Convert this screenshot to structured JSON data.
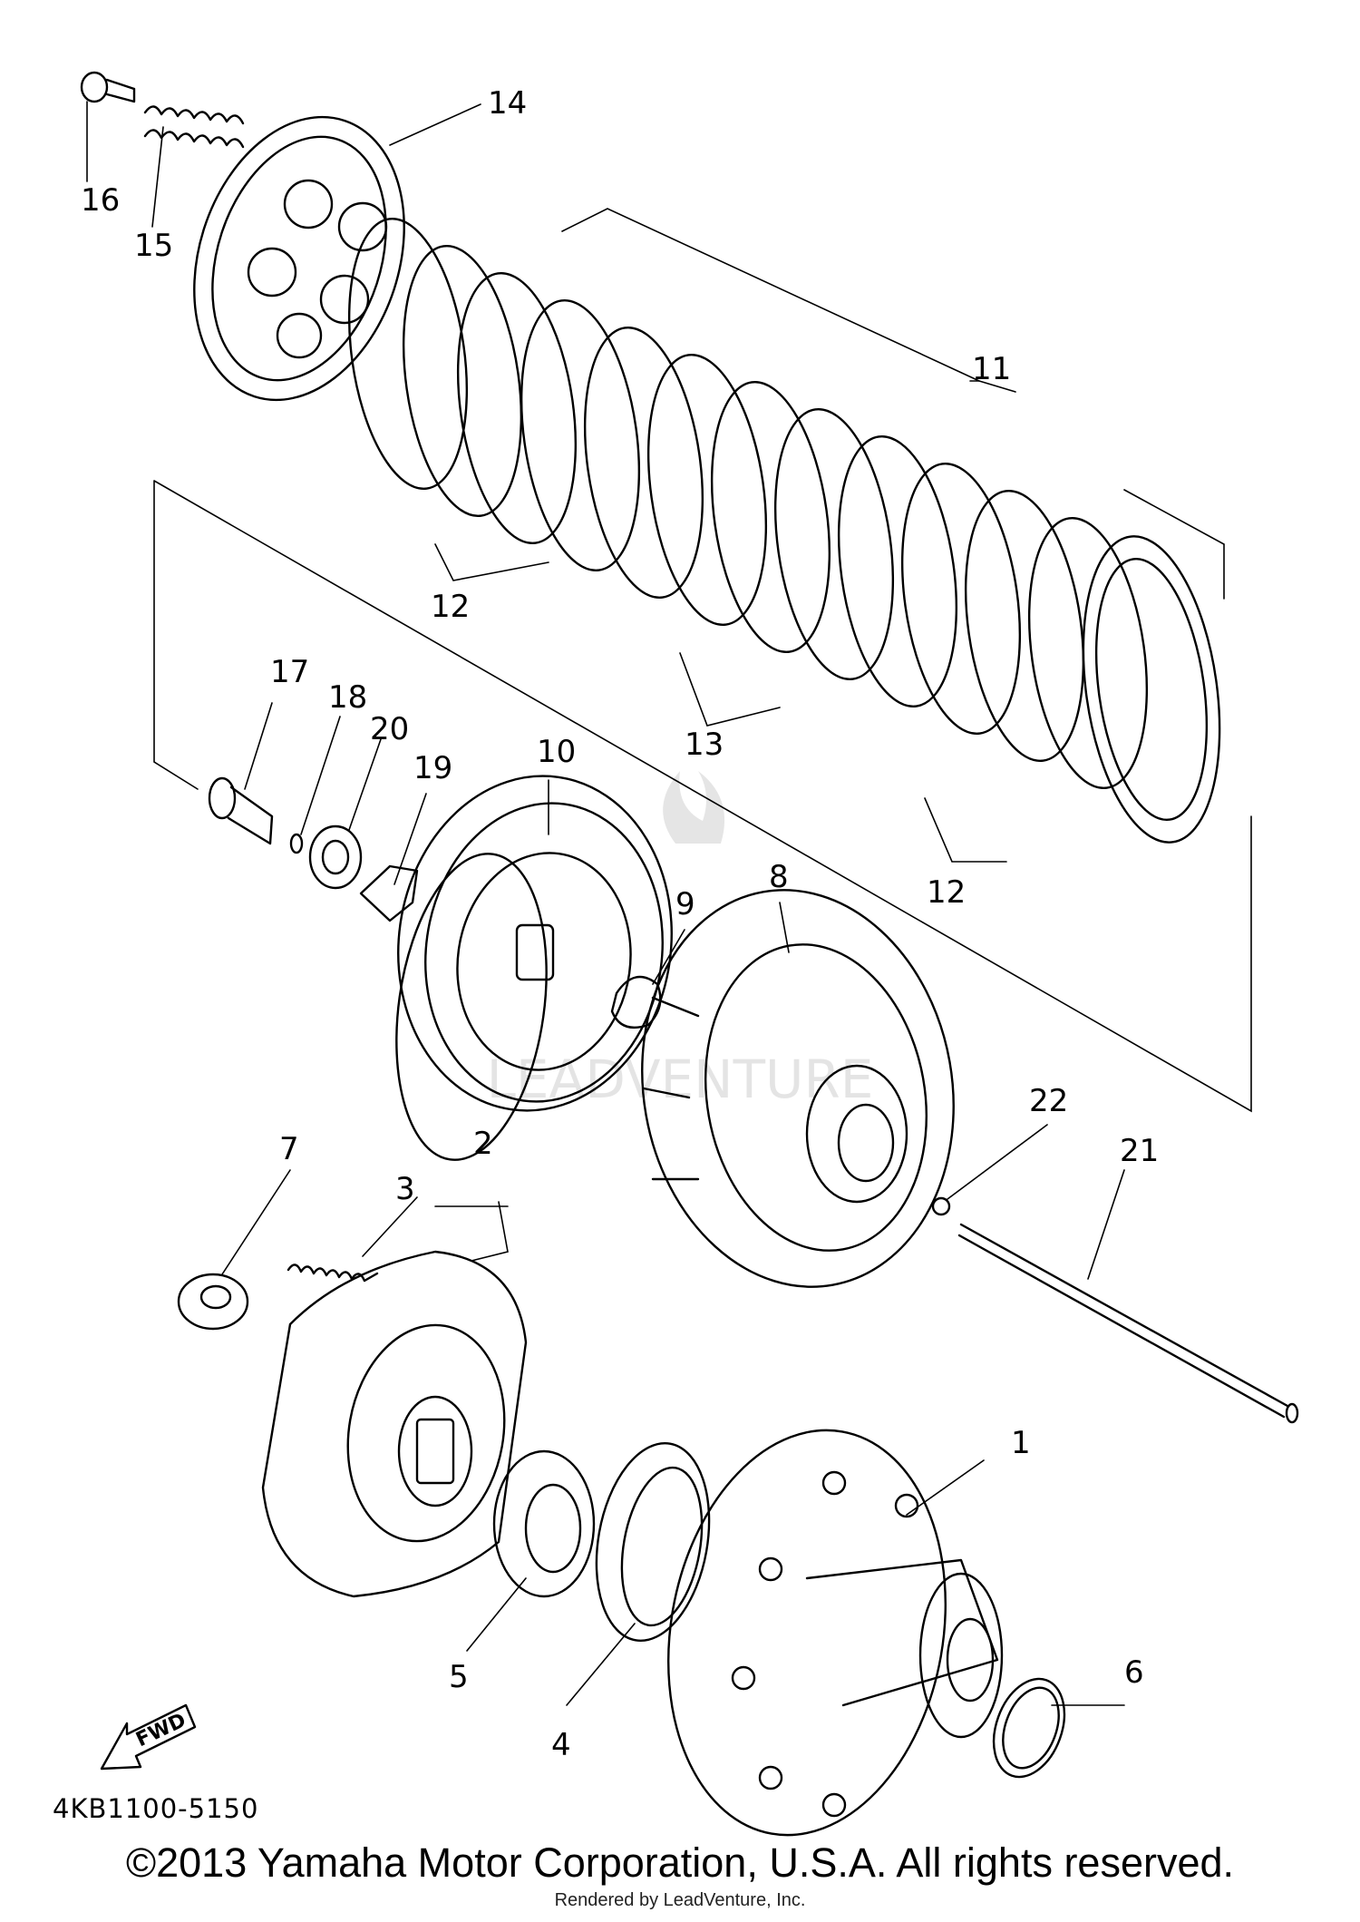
{
  "callouts": {
    "p1": "1",
    "p2": "2",
    "p3": "3",
    "p4": "4",
    "p5": "5",
    "p6": "6",
    "p7": "7",
    "p8": "8",
    "p9": "9",
    "p10": "10",
    "p11": "11",
    "p12a": "12",
    "p12b": "12",
    "p13": "13",
    "p14": "14",
    "p15": "15",
    "p16": "16",
    "p17": "17",
    "p18": "18",
    "p19": "19",
    "p20": "20",
    "p21": "21",
    "p22": "22"
  },
  "part_code": "4KB1100-5150",
  "fwd_label": "FWD",
  "watermark": "LEADVENTURE",
  "footer": {
    "copyright": "©2013 Yamaha Motor Corporation, U.S.A. All rights reserved.",
    "rendered_by": "Rendered by LeadVenture, Inc."
  }
}
